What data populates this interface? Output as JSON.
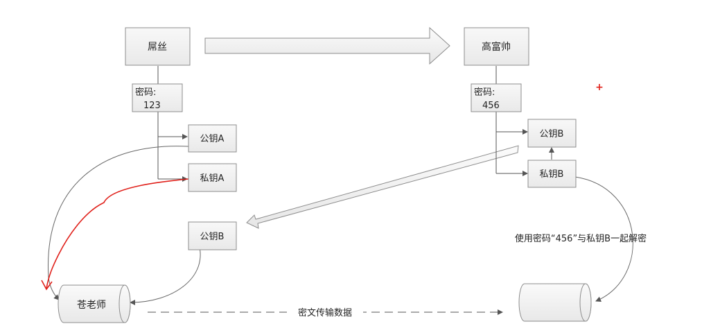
{
  "diagram": {
    "nodes": {
      "diaosi": "屌丝",
      "gaofushuai": "高富帅",
      "password_left_label": "密码:",
      "password_left_value": "123",
      "password_right_label": "密码:",
      "password_right_value": "456",
      "pubkey_a": "公钥A",
      "privkey_a": "私钥A",
      "pubkey_b_right": "公钥B",
      "privkey_b": "私钥B",
      "pubkey_b_left": "公钥B",
      "cang_teacher": "苍老师",
      "right_cylinder": ""
    },
    "annotations": {
      "decrypt_note": "使用密码“456”与私钥B一起解密",
      "transfer_label": "密文传输数据",
      "plus_mark": "+"
    },
    "colors": {
      "box_fill": "#f3f3f3",
      "box_stroke": "#8c8c8c",
      "line": "#555555",
      "red_annotation": "#e0201a",
      "arrow_fill": "#f2f2f2"
    }
  }
}
